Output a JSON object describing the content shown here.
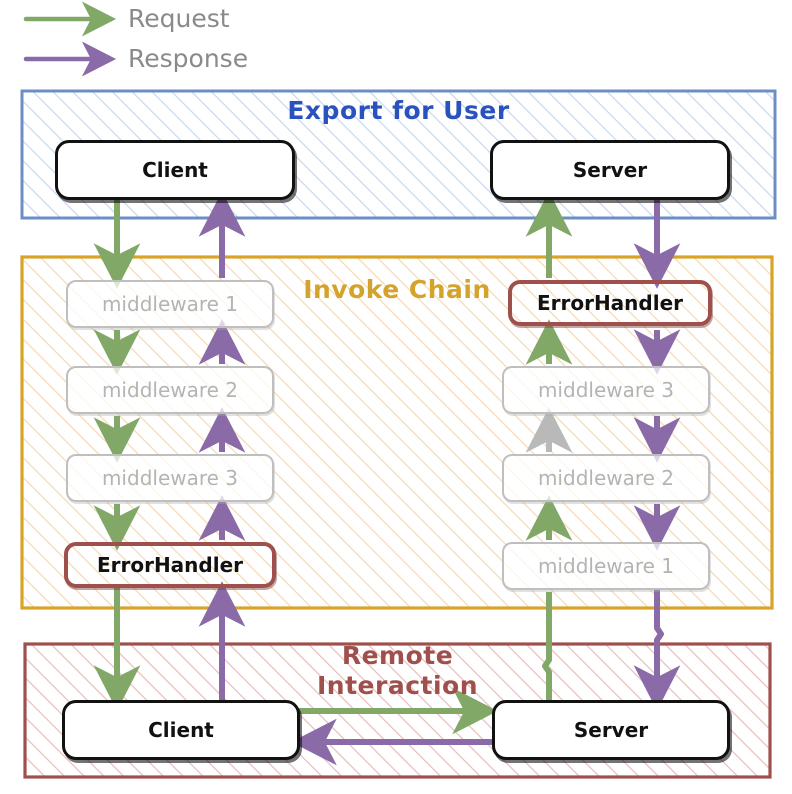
{
  "legend": {
    "items": [
      {
        "name": "request",
        "label": "Request",
        "color": "#82a868"
      },
      {
        "name": "response",
        "label": "Response",
        "color": "#8b6aa8"
      }
    ]
  },
  "sections": [
    {
      "id": "export-for-user",
      "title": "Export for User",
      "border_color": "#6b8fc4",
      "title_color": "#2a52be",
      "hatch_color": "#c7d8ef"
    },
    {
      "id": "invoke-chain",
      "title": "Invoke Chain",
      "border_color": "#d9a328",
      "title_color": "#d4a32c",
      "hatch_color": "#f4d9b5"
    },
    {
      "id": "remote-interaction",
      "title": "Remote Interaction",
      "title_line1": "Remote",
      "title_line2": "Interaction",
      "border_color": "#a0504c",
      "title_color": "#a0504c",
      "hatch_color": "#e8bdbb"
    }
  ],
  "nodes": {
    "export": [
      {
        "id": "export-client",
        "label": "Client",
        "style": "strong"
      },
      {
        "id": "export-server",
        "label": "Server",
        "style": "strong"
      }
    ],
    "invoke_left": [
      {
        "id": "left-mw-1",
        "label": "middleware 1",
        "style": "middleware"
      },
      {
        "id": "left-mw-2",
        "label": "middleware 2",
        "style": "middleware"
      },
      {
        "id": "left-mw-3",
        "label": "middleware 3",
        "style": "middleware"
      },
      {
        "id": "left-errorhandler",
        "label": "ErrorHandler",
        "style": "error"
      }
    ],
    "invoke_right": [
      {
        "id": "right-errorhandler",
        "label": "ErrorHandler",
        "style": "error"
      },
      {
        "id": "right-mw-3",
        "label": "middleware 3",
        "style": "middleware"
      },
      {
        "id": "right-mw-2",
        "label": "middleware 2",
        "style": "middleware"
      },
      {
        "id": "right-mw-1",
        "label": "middleware 1",
        "style": "middleware"
      }
    ],
    "remote": [
      {
        "id": "remote-client",
        "label": "Client",
        "style": "strong"
      },
      {
        "id": "remote-server",
        "label": "Server",
        "style": "strong"
      }
    ]
  },
  "colors": {
    "request_green": "#82a868",
    "response_purple": "#8b6aa8",
    "muted_gray": "#b9b9b9",
    "node_border_dark": "#111111",
    "error_border": "#a0504c",
    "middleware_text": "#b4b4b4",
    "legend_text": "#8a8a8a"
  }
}
